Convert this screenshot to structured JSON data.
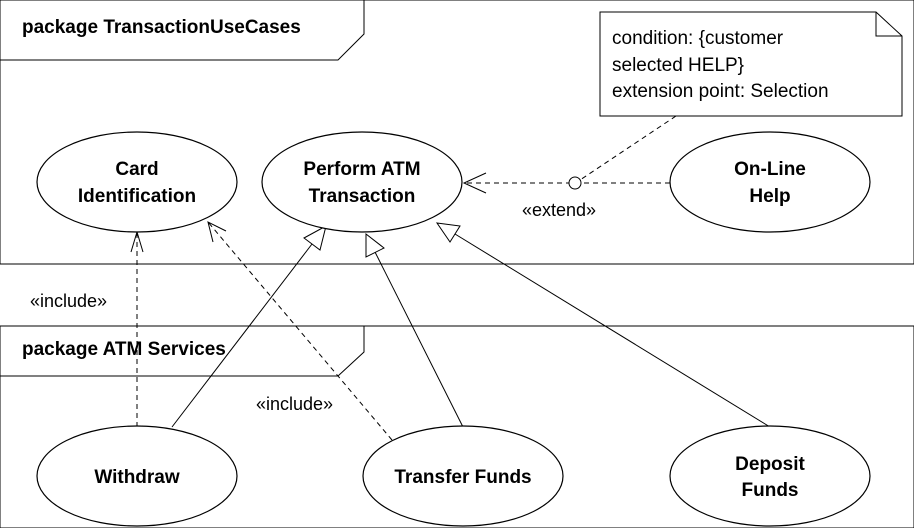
{
  "packages": {
    "transaction": {
      "title": "package TransactionUseCases"
    },
    "services": {
      "title": "package ATM Services"
    }
  },
  "use_cases": {
    "card_identification": {
      "line1": "Card",
      "line2": "Identification"
    },
    "perform_atm_transaction": {
      "line1": "Perform ATM",
      "line2": "Transaction"
    },
    "online_help": {
      "line1": "On-Line",
      "line2": "Help"
    },
    "withdraw": {
      "label": "Withdraw"
    },
    "transfer_funds": {
      "label": "Transfer Funds"
    },
    "deposit_funds": {
      "line1": "Deposit",
      "line2": "Funds"
    }
  },
  "note": {
    "line1": "condition: {customer",
    "line2": "selected HELP}",
    "line3": "extension point: Selection"
  },
  "stereotypes": {
    "extend": "«extend»",
    "include_left": "«include»",
    "include_middle": "«include»"
  }
}
